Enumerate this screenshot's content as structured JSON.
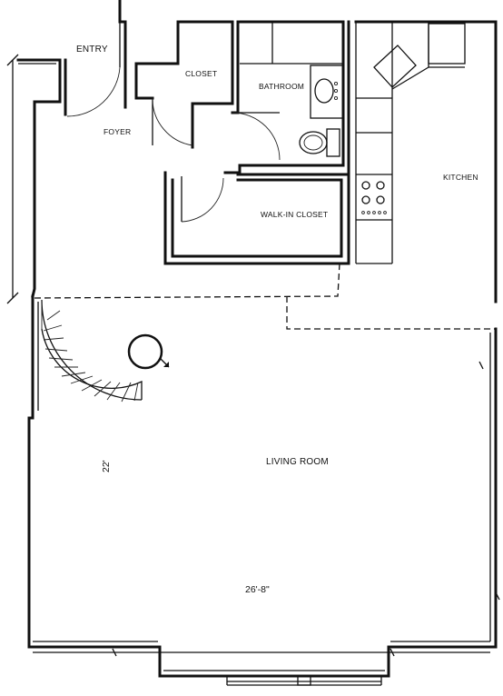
{
  "plan": {
    "rooms": {
      "entry": "ENTRY",
      "foyer": "FOYER",
      "closet": "CLOSET",
      "bathroom": "BATHROOM",
      "kitchen": "KITCHEN",
      "walk_in_closet": "WALK-IN CLOSET",
      "living_room": "LIVING ROOM"
    },
    "dimensions": {
      "depth": "22'",
      "width": "26'-8\""
    }
  }
}
